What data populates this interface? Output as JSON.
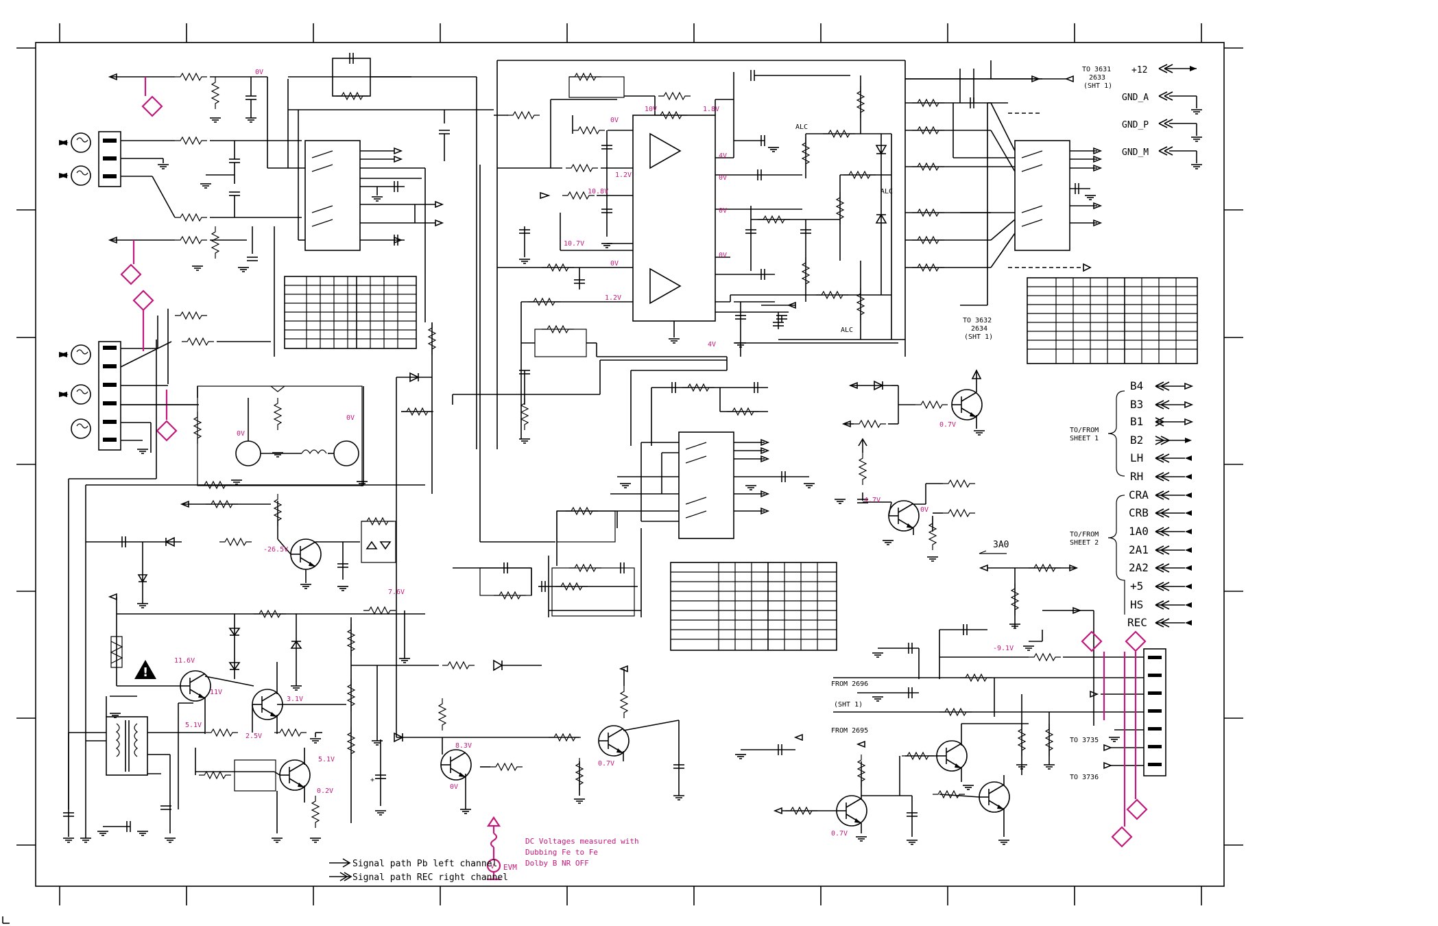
{
  "diagram": {
    "voltages": {
      "v_0v_top": "0V",
      "v_10v": "10V",
      "v_1_8v": "1.8V",
      "v_0v_b": "0V",
      "v_1_2v_a": "1.2V",
      "v_10_8v": "10.8V",
      "v_10_7v": "10.7V",
      "v_0v_c": "0V",
      "v_1_2v_b": "1.2V",
      "v_4v_a": "4V",
      "v_0v_d": "0V",
      "v_0v_e": "0V",
      "v_0v_f": "0V",
      "v_4v_b": "4V",
      "v_0v_g": "0V",
      "v_0v_h": "0V",
      "v_26_5v": "-26.5V",
      "v_7_6v": "7.6V",
      "v_11_6v": "11.6V",
      "v_11v": "11V",
      "v_3_1v": "3.1V",
      "v_5_1v_a": "5.1V",
      "v_2_5v": "2.5V",
      "v_5_1v_b": "5.1V",
      "v_0_2v": "0.2V",
      "v_8_3v": "8.3V",
      "v_0v_i": "0V",
      "v_0_7v_a": "0.7V",
      "v_0_7v_b": "0.7V",
      "v_4_7v": "4.7V",
      "v_0v_j": "0V",
      "v_9_1v": "-9.1V",
      "v_0_7v_c": "0.7V"
    },
    "alc": [
      "ALC",
      "ALC",
      "ALC"
    ],
    "refs": {
      "to_3631_a": "TO 3631",
      "to_3631_b": "2633",
      "to_3631_c": "(SHT 1)",
      "to_3632_a": "TO 3632",
      "to_3632_b": "2634",
      "to_3632_c": "(SHT 1)",
      "tofrom1_a": "TO/FROM",
      "tofrom1_b": "SHEET 1",
      "tofrom2_a": "TO/FROM",
      "tofrom2_b": "SHEET 2",
      "from_2696": "FROM 2696",
      "sht1": "(SHT 1)",
      "from_2695": "FROM 2695",
      "to_3735": "TO 3735",
      "to_3736": "TO 3736",
      "label_3a0": "3A0"
    },
    "power": {
      "p12": "+12",
      "gnd_a": "GND_A",
      "gnd_p": "GND_P",
      "gnd_m": "GND_M"
    },
    "signals": [
      "B4",
      "B3",
      "B1",
      "B2",
      "LH",
      "RH",
      "CRA",
      "CRB",
      "1A0",
      "2A1",
      "2A2",
      "+5",
      "HS",
      "REC"
    ],
    "legend": {
      "pb_left": "Signal path Pb left channel",
      "rec_right": "Signal path REC right channel"
    },
    "note": {
      "line1": "DC Voltages measured with",
      "line2": "Dubbing Fe to Fe",
      "line3": "Dolby B NR OFF",
      "evm": "EVM"
    },
    "colors": {
      "line": "#000000",
      "marker": "#c2187a"
    }
  }
}
